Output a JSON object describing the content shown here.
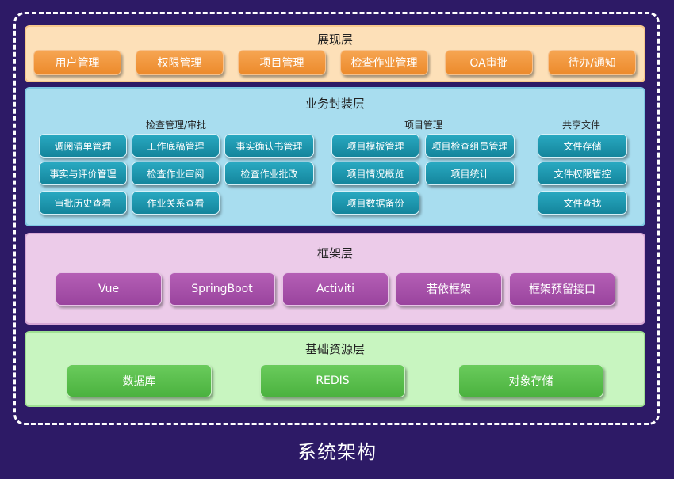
{
  "presentation": {
    "title": "展现层",
    "items": [
      "用户管理",
      "权限管理",
      "项目管理",
      "检查作业管理",
      "OA审批",
      "待办/通知"
    ]
  },
  "business": {
    "title": "业务封装层",
    "inspection": {
      "title": "检查管理/审批",
      "items": [
        "调阅清单管理",
        "工作底稿管理",
        "事实确认书管理",
        "事实与评价管理",
        "检查作业审阅",
        "检查作业批改",
        "审批历史查看",
        "作业关系查看"
      ]
    },
    "project": {
      "title": "项目管理",
      "items": [
        "项目模板管理",
        "项目检查组员管理",
        "项目情况概览",
        "项目统计",
        "项目数据备份"
      ]
    },
    "files": {
      "title": "共享文件",
      "items": [
        "文件存储",
        "文件权限管控",
        "文件查找"
      ]
    }
  },
  "framework": {
    "title": "框架层",
    "items": [
      "Vue",
      "SpringBoot",
      "Activiti",
      "若依框架",
      "框架预留接口"
    ]
  },
  "foundation": {
    "title": "基础资源层",
    "items": [
      "数据库",
      "REDIS",
      "对象存储"
    ]
  },
  "caption": "系统架构",
  "colors": {
    "background": "#2d1a66",
    "presentation_fill": "#fde0b8",
    "presentation_button": "#ec8a2b",
    "business_fill": "#a8ddef",
    "business_button": "#14859c",
    "framework_fill": "#eccbe9",
    "framework_button": "#9a449e",
    "foundation_fill": "#c8f5c0",
    "foundation_button": "#4bb23f"
  }
}
